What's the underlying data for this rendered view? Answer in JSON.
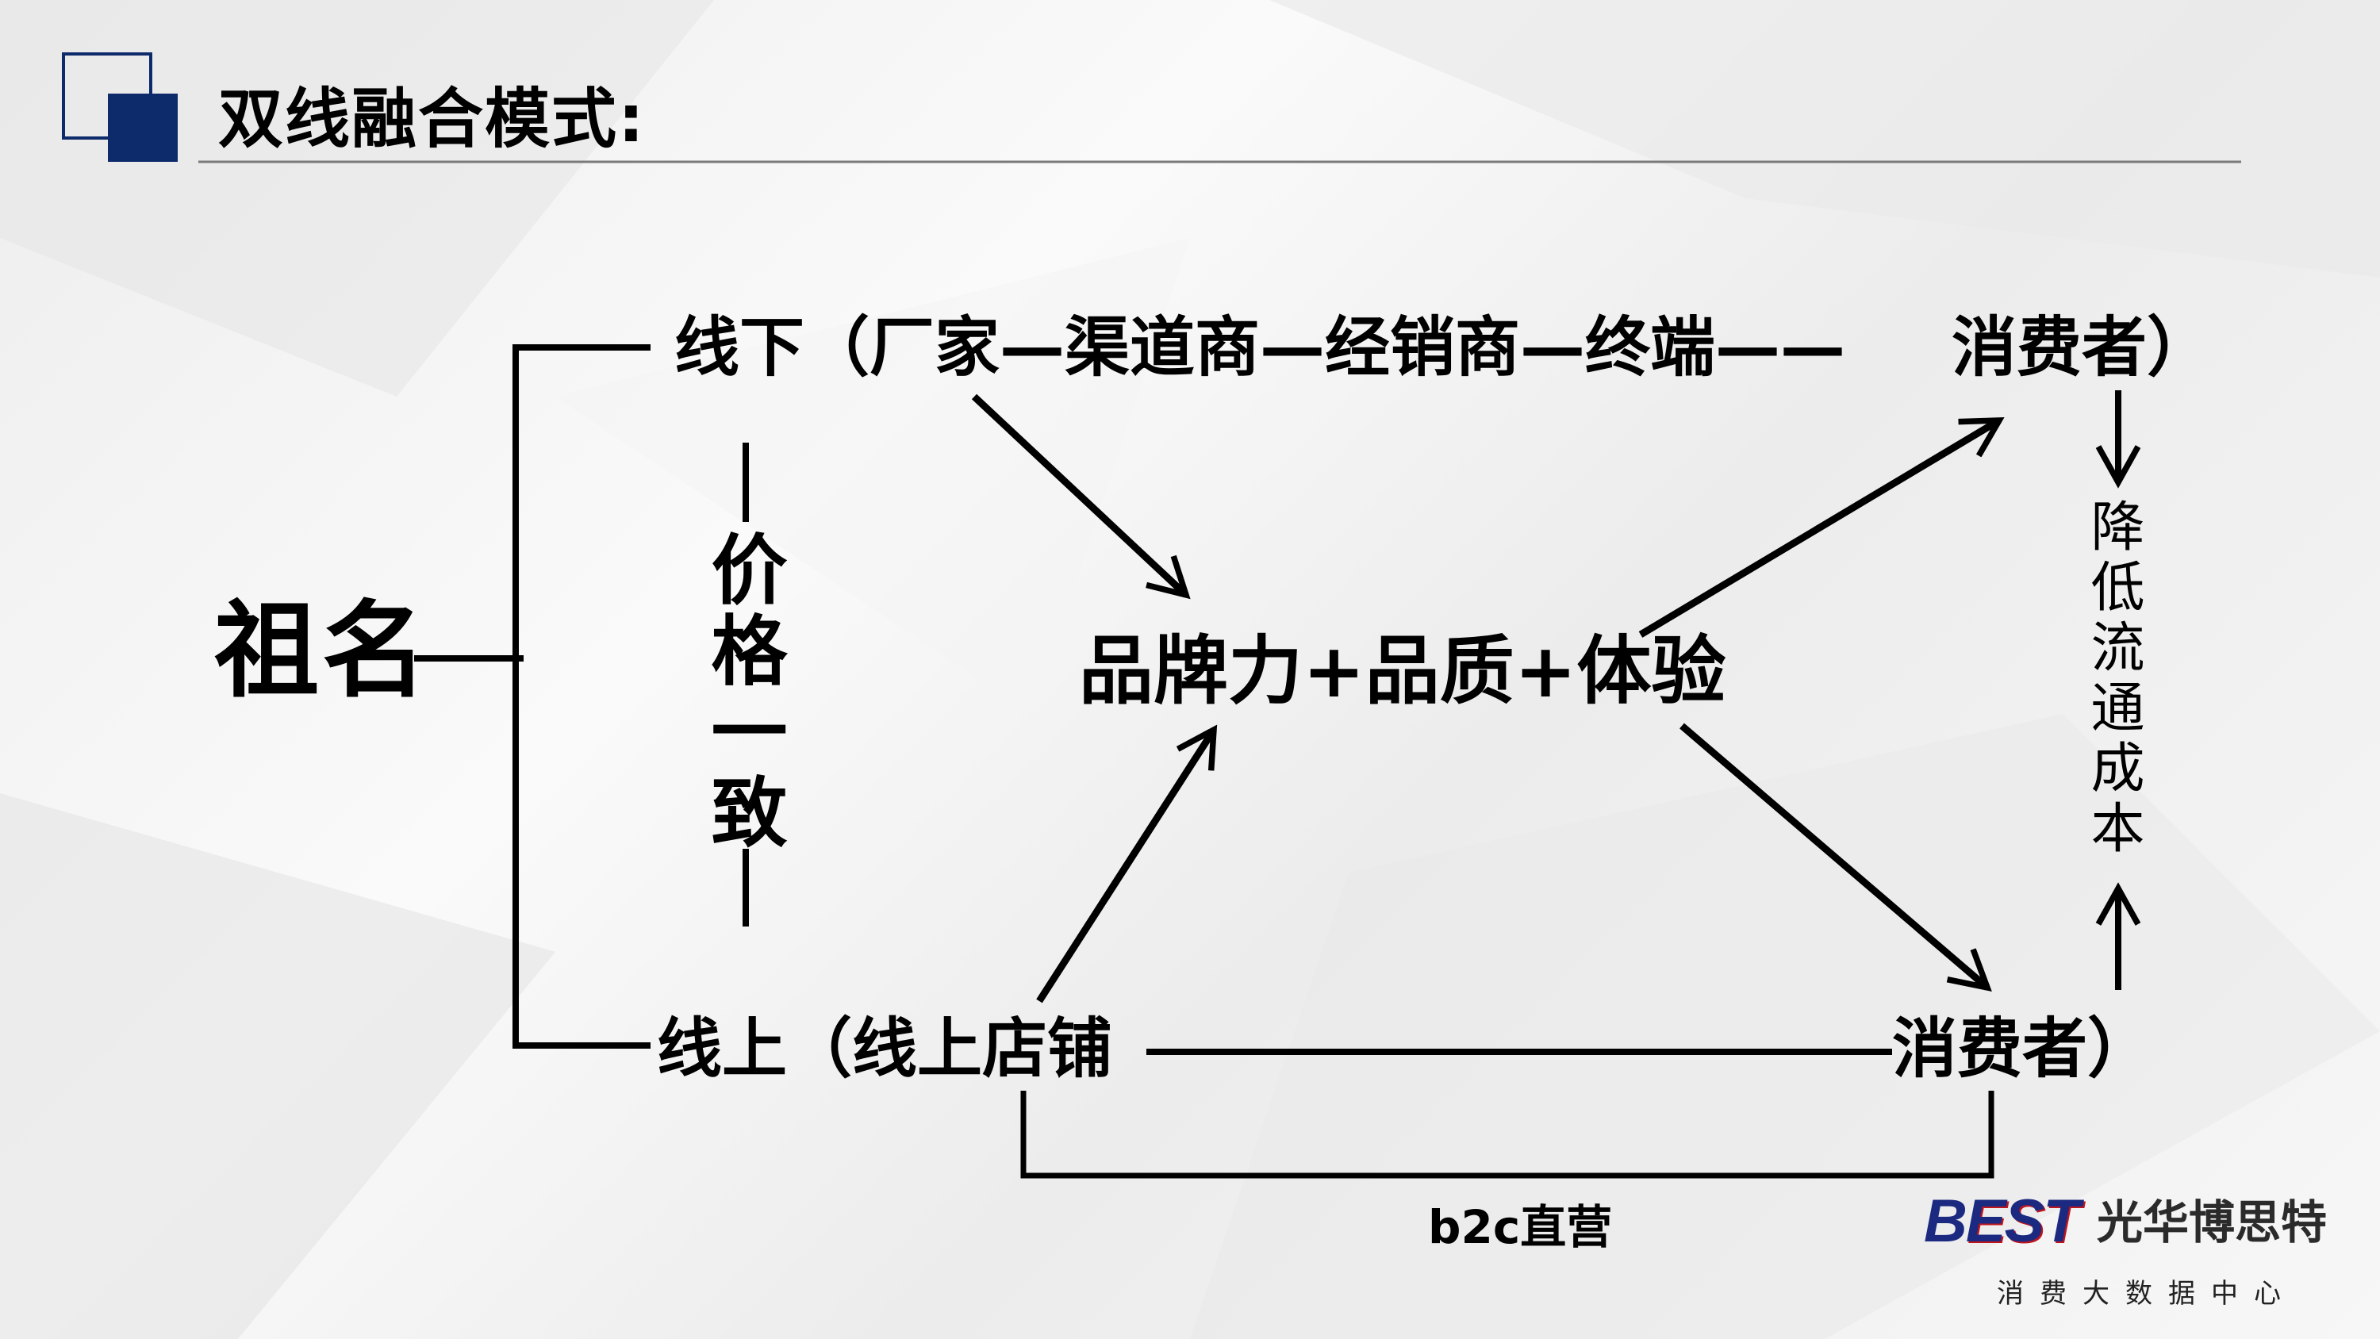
{
  "slide": {
    "title": "双线融合模式:",
    "accent_color": "#0d2a6b"
  },
  "diagram": {
    "root": "祖名",
    "offline": "线下（厂家—渠道商—经销商—终端——",
    "offline_consumer": "消费者）",
    "online": "线上（线上店铺",
    "online_consumer": "消费者）",
    "price_note": "价格一致",
    "center": "品牌力+品质+体验",
    "cost_note": "降低流通成本",
    "b2c": "b2c直营"
  },
  "logo": {
    "brand_en_b": "B",
    "brand_en_rest": "EST",
    "brand_cn": "光华博思特",
    "subtitle": "消费大数据中心"
  }
}
